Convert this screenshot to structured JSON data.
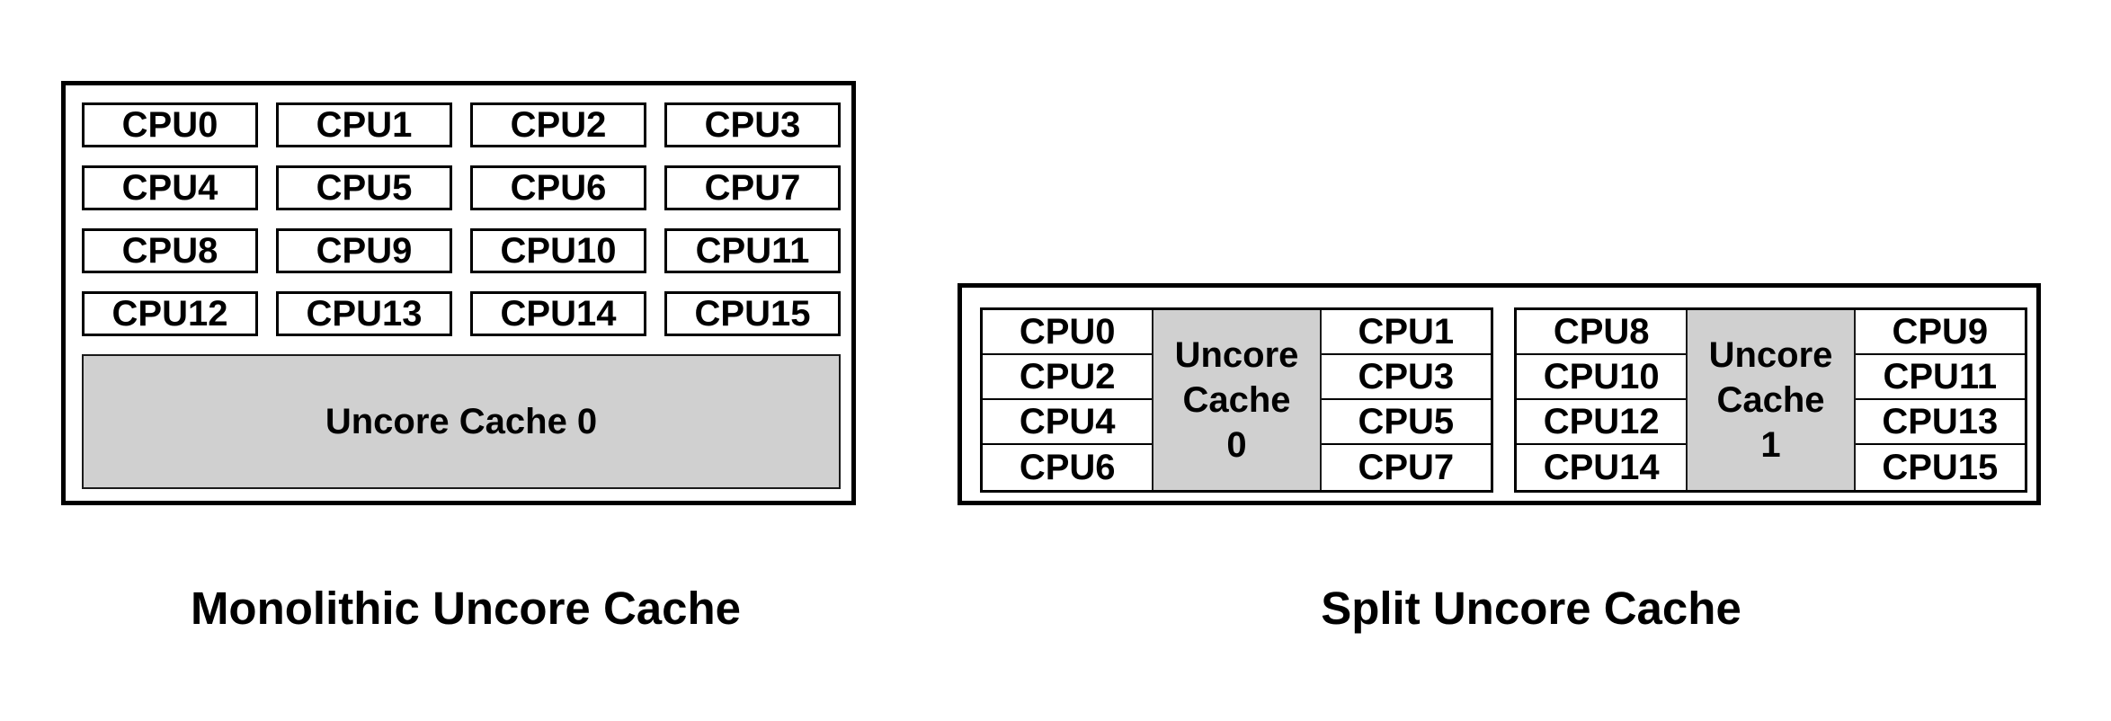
{
  "colors": {
    "background": "#ffffff",
    "border": "#000000",
    "cache_fill": "#d0d0d0",
    "text": "#000000"
  },
  "monolithic": {
    "caption": "Monolithic Uncore Cache",
    "cpu_rows": [
      [
        "CPU0",
        "CPU1",
        "CPU2",
        "CPU3"
      ],
      [
        "CPU4",
        "CPU5",
        "CPU6",
        "CPU7"
      ],
      [
        "CPU8",
        "CPU9",
        "CPU10",
        "CPU11"
      ],
      [
        "CPU12",
        "CPU13",
        "CPU14",
        "CPU15"
      ]
    ],
    "cache_label": "Uncore Cache 0"
  },
  "split": {
    "caption": "Split Uncore Cache",
    "clusters": [
      {
        "left_cpus": [
          "CPU0",
          "CPU2",
          "CPU4",
          "CPU6"
        ],
        "cache_lines": [
          "Uncore",
          "Cache",
          "0"
        ],
        "right_cpus": [
          "CPU1",
          "CPU3",
          "CPU5",
          "CPU7"
        ]
      },
      {
        "left_cpus": [
          "CPU8",
          "CPU10",
          "CPU12",
          "CPU14"
        ],
        "cache_lines": [
          "Uncore",
          "Cache",
          "1"
        ],
        "right_cpus": [
          "CPU9",
          "CPU11",
          "CPU13",
          "CPU15"
        ]
      }
    ]
  }
}
